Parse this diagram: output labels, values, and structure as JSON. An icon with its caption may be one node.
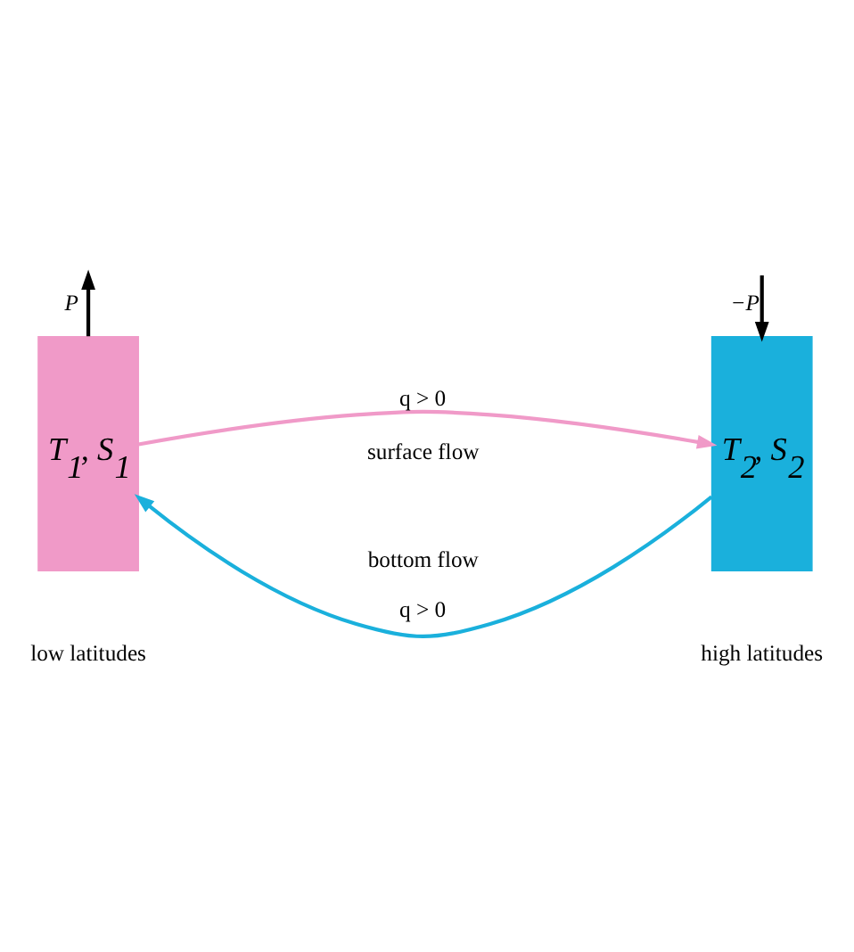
{
  "diagram": {
    "nodes": [
      {
        "text": [
          "T$_{1}$, S$_{1}$"
        ],
        "beside": [
          "low latitudes"
        ]
      },
      {
        "text": [
          "T$_{2}$, S$_{2}$"
        ],
        "beside": [
          "high latitudes"
        ]
      }
    ],
    "edges": [
      {
        "from": 0,
        "to": null,
        "arrow": "to",
        "label": "P"
      },
      {
        "from": null,
        "to": 1,
        "arrow": "to",
        "label": "−P"
      },
      {
        "from": 0,
        "to": 1,
        "arrow": "to",
        "label": "q > 0",
        "color": "#f09ac8"
      },
      {
        "from": 1,
        "to": 0,
        "arrow": "to",
        "label": "q > 0",
        "color": "#1ab0dc"
      }
    ],
    "labels": [
      "surface flow",
      "bottom flow"
    ]
  }
}
